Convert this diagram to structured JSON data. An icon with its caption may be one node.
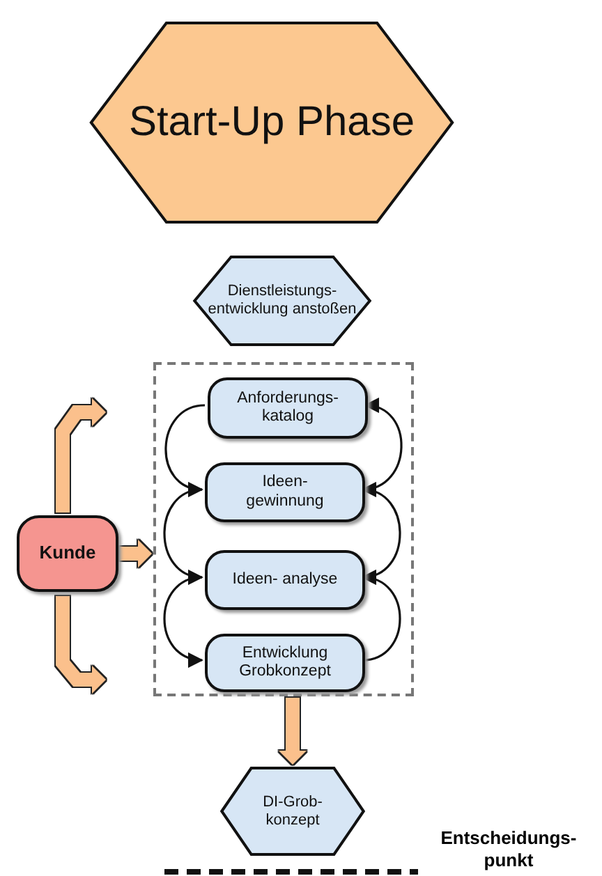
{
  "diagram": {
    "nodes": [
      {
        "text": [
          "Start-Up Phase"
        ]
      },
      {
        "text": [
          "Dienstleistungs- entwicklung anstoßen"
        ]
      },
      {
        "text": [],
        "shape": "box"
      },
      {
        "text": [
          "Anforderungs- katalog"
        ],
        "in": 2
      },
      {
        "text": [
          "Ideen- gewinnung"
        ],
        "in": 2
      },
      {
        "text": [
          "Ideen- analyse"
        ],
        "in": 2
      },
      {
        "text": [
          "Entwicklung Grobkonzept"
        ],
        "in": 2
      },
      {
        "text": [
          "Kunde"
        ]
      },
      {
        "text": [
          "DI-Grob- konzept"
        ]
      }
    ],
    "edges": [
      {
        "from": 3,
        "to": 4,
        "arrow": "to"
      },
      {
        "from": 4,
        "to": 5,
        "arrow": "to"
      },
      {
        "from": 5,
        "to": 6,
        "arrow": "to"
      },
      {
        "from": 4,
        "to": 3,
        "arrow": "to"
      },
      {
        "from": 5,
        "to": 4,
        "arrow": "to"
      },
      {
        "from": 6,
        "to": 5,
        "arrow": "to"
      },
      {
        "from": 7,
        "to": 2,
        "arrow": "to",
        "style": "thick",
        "color": "#fbc08c"
      },
      {
        "from": 7,
        "to": null,
        "arrow": "to",
        "style": "thick",
        "color": "#fbc08c"
      },
      {
        "from": 7,
        "to": null,
        "arrow": "to",
        "style": "thick",
        "color": "#fbc08c"
      },
      {
        "from": 2,
        "to": 8,
        "arrow": "to",
        "style": "thick",
        "color": "#fbc08c"
      }
    ],
    "labels": [
      "Entscheidungs- punkt"
    ]
  }
}
